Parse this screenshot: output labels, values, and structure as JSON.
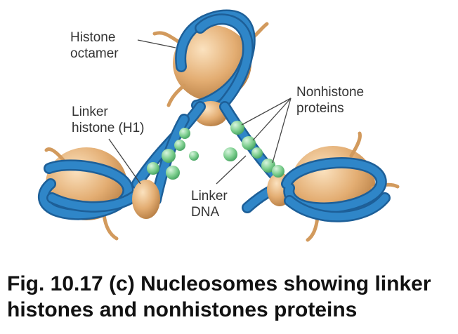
{
  "labels": {
    "histone_octamer": [
      "Histone",
      "octamer"
    ],
    "linker_histone": [
      "Linker",
      "histone (H1)"
    ],
    "nonhistone_proteins": [
      "Nonhistone",
      "proteins"
    ],
    "linker_dna": [
      "Linker",
      "DNA"
    ]
  },
  "caption": [
    "Fig. 10.17 (c) Nucleosomes showing linker",
    "histones and nonhistones proteins"
  ],
  "colors": {
    "dna": "#2f86c8",
    "dna_dark": "#1d5f98",
    "histone": "#e3ad72",
    "histone_light": "#f6d3a6",
    "histone_dark": "#b37a40",
    "nonhistone": "#7dce8e",
    "nonhistone_dark": "#3b9a58"
  }
}
